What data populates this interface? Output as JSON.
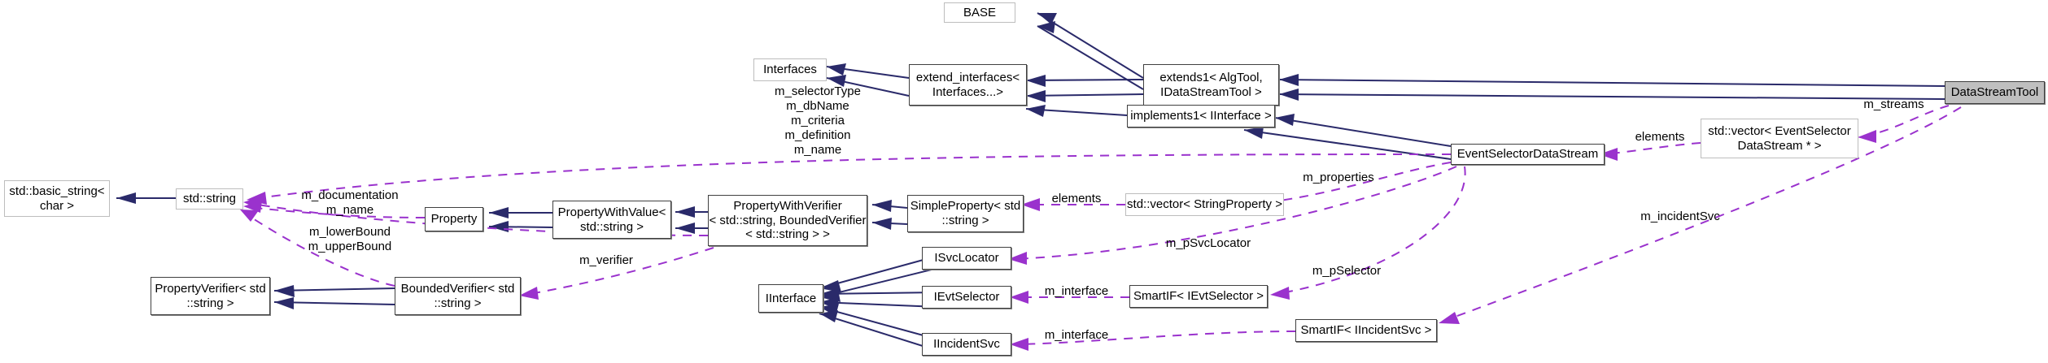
{
  "diagram": {
    "type": "uml-collaboration-graph",
    "focus_class": "DataStreamTool",
    "legend": {
      "inheritance_color": "#2a2a6a",
      "usage_color": "#9a32cd",
      "focus_fill": "#bfbfbf"
    }
  },
  "nodes": [
    {
      "id": "base",
      "label": "BASE"
    },
    {
      "id": "interfaces",
      "label": "Interfaces"
    },
    {
      "id": "extend_interfaces",
      "label": "extend_interfaces<\nInterfaces...>"
    },
    {
      "id": "extends1",
      "label": "extends1< AlgTool,\nIDataStreamTool >"
    },
    {
      "id": "implements1",
      "label": "implements1< IInterface >"
    },
    {
      "id": "evt_sel_ds",
      "label": "EventSelectorDataStream"
    },
    {
      "id": "vec_evt_sel_ds",
      "label": "std::vector< EventSelector\nDataStream * >"
    },
    {
      "id": "data_stream_tool",
      "label": "DataStreamTool"
    },
    {
      "id": "basic_string",
      "label": "std::basic_string<\nchar >"
    },
    {
      "id": "std_string",
      "label": "std::string"
    },
    {
      "id": "property",
      "label": "Property"
    },
    {
      "id": "prop_with_value",
      "label": "PropertyWithValue<\nstd::string >"
    },
    {
      "id": "prop_with_verifier",
      "label": "PropertyWithVerifier\n< std::string, BoundedVerifier\n< std::string > >"
    },
    {
      "id": "simple_property",
      "label": "SimpleProperty< std\n::string >"
    },
    {
      "id": "vec_string_prop",
      "label": "std::vector< StringProperty >"
    },
    {
      "id": "prop_verifier",
      "label": "PropertyVerifier< std\n::string >"
    },
    {
      "id": "bounded_verifier",
      "label": "BoundedVerifier< std\n::string >"
    },
    {
      "id": "iinterface",
      "label": "IInterface"
    },
    {
      "id": "isvclocator",
      "label": "ISvcLocator"
    },
    {
      "id": "ievtselector",
      "label": "IEvtSelector"
    },
    {
      "id": "iincidentsvc",
      "label": "IIncidentSvc"
    },
    {
      "id": "smartif_ievt",
      "label": "SmartIF< IEvtSelector >"
    },
    {
      "id": "smartif_iinc",
      "label": "SmartIF< IIncidentSvc >"
    }
  ],
  "edge_labels": [
    {
      "id": "selector_block",
      "text": "m_selectorType\nm_dbName\nm_criteria\nm_definition\nm_name"
    },
    {
      "id": "documentation",
      "text": "m_documentation\nm_name"
    },
    {
      "id": "bounds",
      "text": "m_lowerBound\nm_upperBound"
    },
    {
      "id": "verifier",
      "text": "m_verifier"
    },
    {
      "id": "elements_left",
      "text": "elements"
    },
    {
      "id": "elements_right",
      "text": "elements"
    },
    {
      "id": "properties",
      "text": "m_properties"
    },
    {
      "id": "psvclocator",
      "text": "m_pSvcLocator"
    },
    {
      "id": "pselector",
      "text": "m_pSelector"
    },
    {
      "id": "interface_evt",
      "text": "m_interface"
    },
    {
      "id": "interface_inc",
      "text": "m_interface"
    },
    {
      "id": "streams",
      "text": "m_streams"
    },
    {
      "id": "incidentsvc",
      "text": "m_incidentSvc"
    }
  ]
}
